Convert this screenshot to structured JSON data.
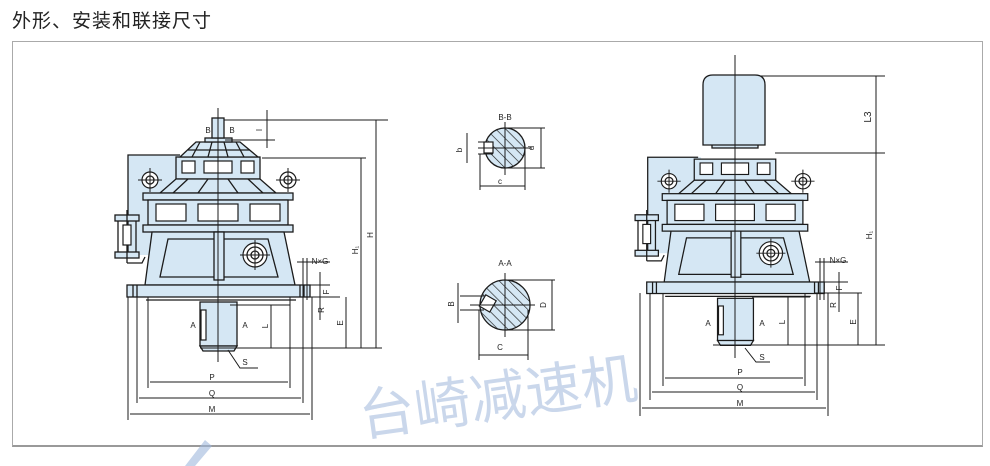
{
  "title": "外形、安装和联接尺寸",
  "watermark": "台崎减速机",
  "colors": {
    "body_fill": "#d5e7f4",
    "line": "#1b1b1b",
    "watermark": "#9fb7dc"
  },
  "left_view": {
    "section_mark_left": "B",
    "section_mark_right": "B",
    "i": "I",
    "h": "H",
    "h1": "H₁",
    "nxg": "N×G",
    "f": "F",
    "r": "R",
    "e": "E",
    "l": "L",
    "a_left": "A",
    "a_right": "A",
    "s": "S",
    "p": "P",
    "q": "Q",
    "m": "M"
  },
  "section_bb": {
    "title": "B-B",
    "b": "b",
    "d": "d",
    "c": "c"
  },
  "section_aa": {
    "title": "A-A",
    "b": "B",
    "d": "D",
    "c": "C"
  },
  "right_view": {
    "l3": "L3",
    "h1": "H₁",
    "nxg": "N×G",
    "f": "F",
    "r": "R",
    "e": "E",
    "l": "L",
    "a_left": "A",
    "a_right": "A",
    "s": "S",
    "p": "P",
    "q": "Q",
    "m": "M"
  }
}
